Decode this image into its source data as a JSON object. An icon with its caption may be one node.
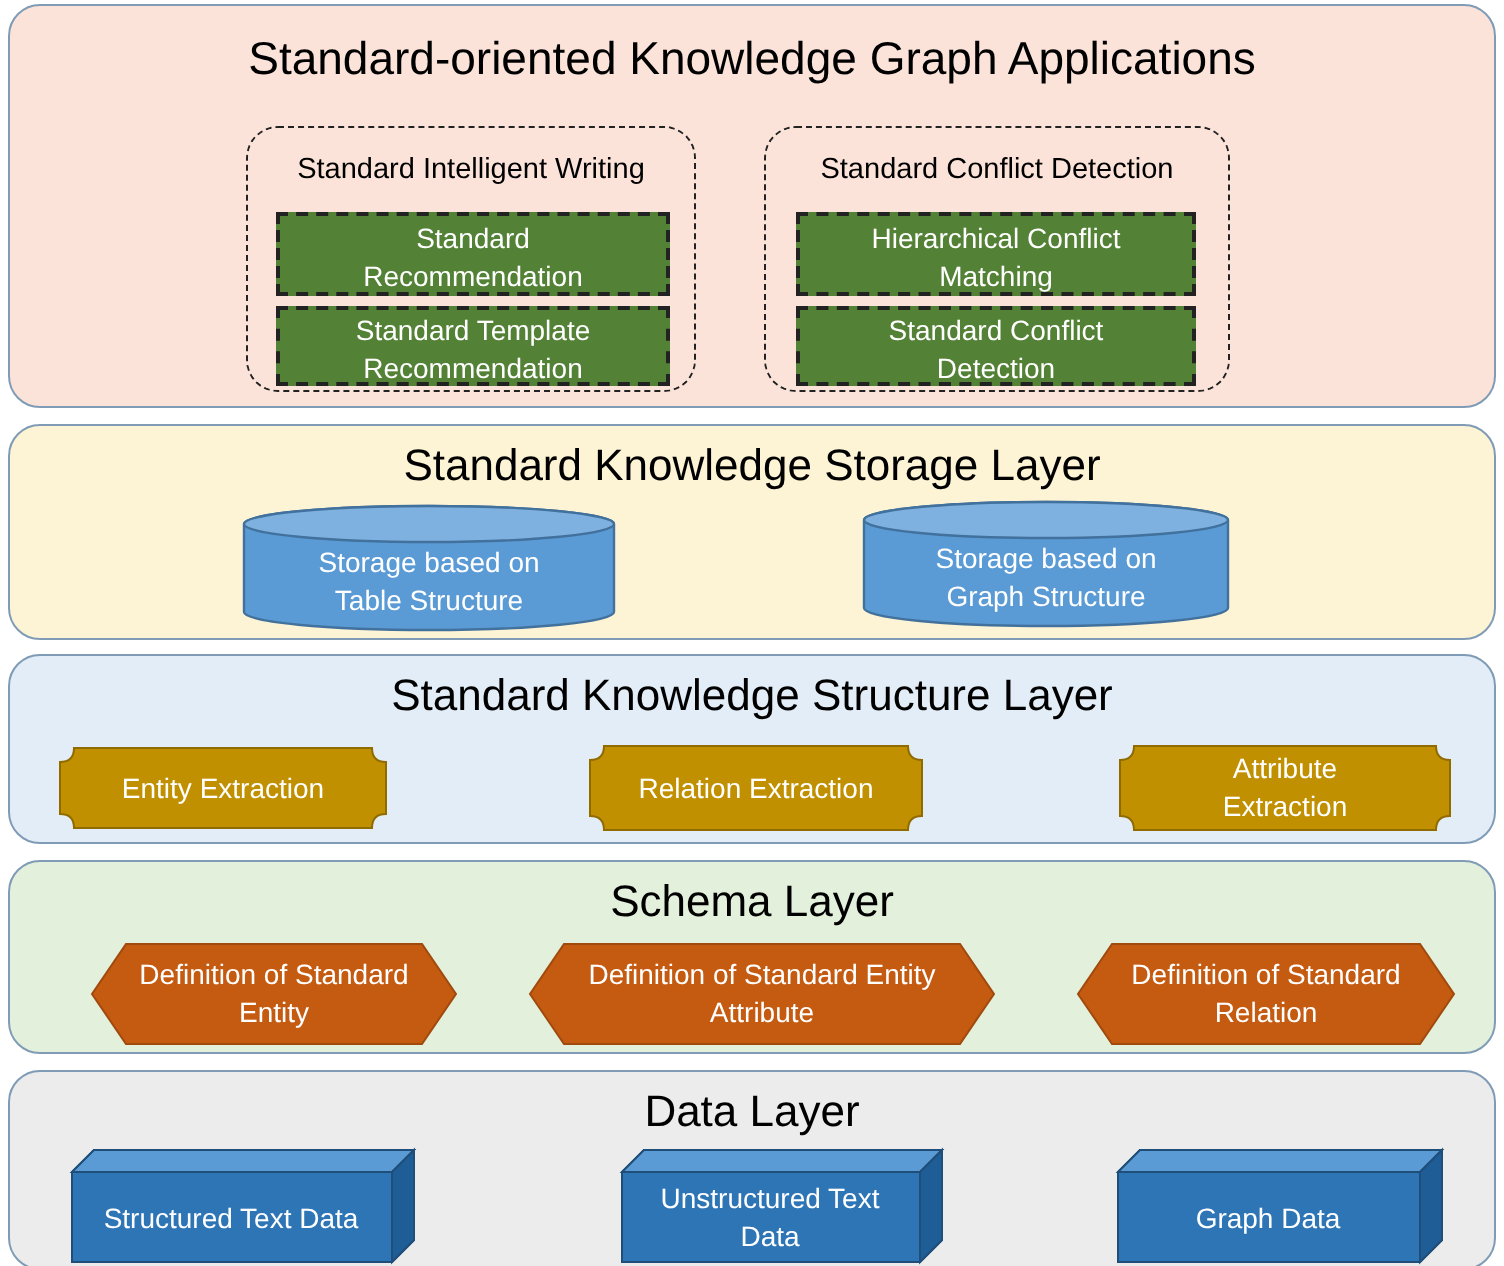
{
  "diagram": {
    "nodes": [
      {
        "text": [
          "Standard-oriented Knowledge Graph Applications"
        ]
      },
      {
        "text": [
          "Standard Intelligent Writing"
        ],
        "in": 0
      },
      {
        "text": [
          "Standard Recommendation"
        ],
        "in": 1
      },
      {
        "text": [
          "Standard Template Recommendation"
        ],
        "in": 1
      },
      {
        "text": [
          "Standard Conflict Detection"
        ],
        "in": 0
      },
      {
        "text": [
          "Hierarchical Conflict Matching"
        ],
        "in": 4
      },
      {
        "text": [
          "Standard Conflict Detection"
        ],
        "in": 4
      },
      {
        "text": [
          "Standard Knowledge Storage Layer"
        ]
      },
      {
        "text": [
          "Storage based on Table Structure"
        ],
        "in": 7
      },
      {
        "text": [
          "Storage based on Graph Structure"
        ],
        "in": 7
      },
      {
        "text": [
          "Standard Knowledge Structure Layer"
        ]
      },
      {
        "text": [
          "Entity Extraction"
        ],
        "in": 10
      },
      {
        "text": [
          "Relation Extraction"
        ],
        "in": 10
      },
      {
        "text": [
          "Attribute Extraction"
        ],
        "in": 10
      },
      {
        "text": [
          "Schema Layer"
        ]
      },
      {
        "text": [
          "Definition of Standard Entity"
        ],
        "in": 14
      },
      {
        "text": [
          "Definition of Standard Entity Attribute"
        ],
        "in": 14
      },
      {
        "text": [
          "Definition of Standard Relation"
        ],
        "in": 14
      },
      {
        "text": [
          "Data Layer"
        ]
      },
      {
        "text": [
          "Structured Text Data"
        ],
        "in": 18
      },
      {
        "text": [
          "Unstructured Text Data"
        ],
        "in": 18
      },
      {
        "text": [
          "Graph Data"
        ],
        "in": 18
      }
    ]
  }
}
